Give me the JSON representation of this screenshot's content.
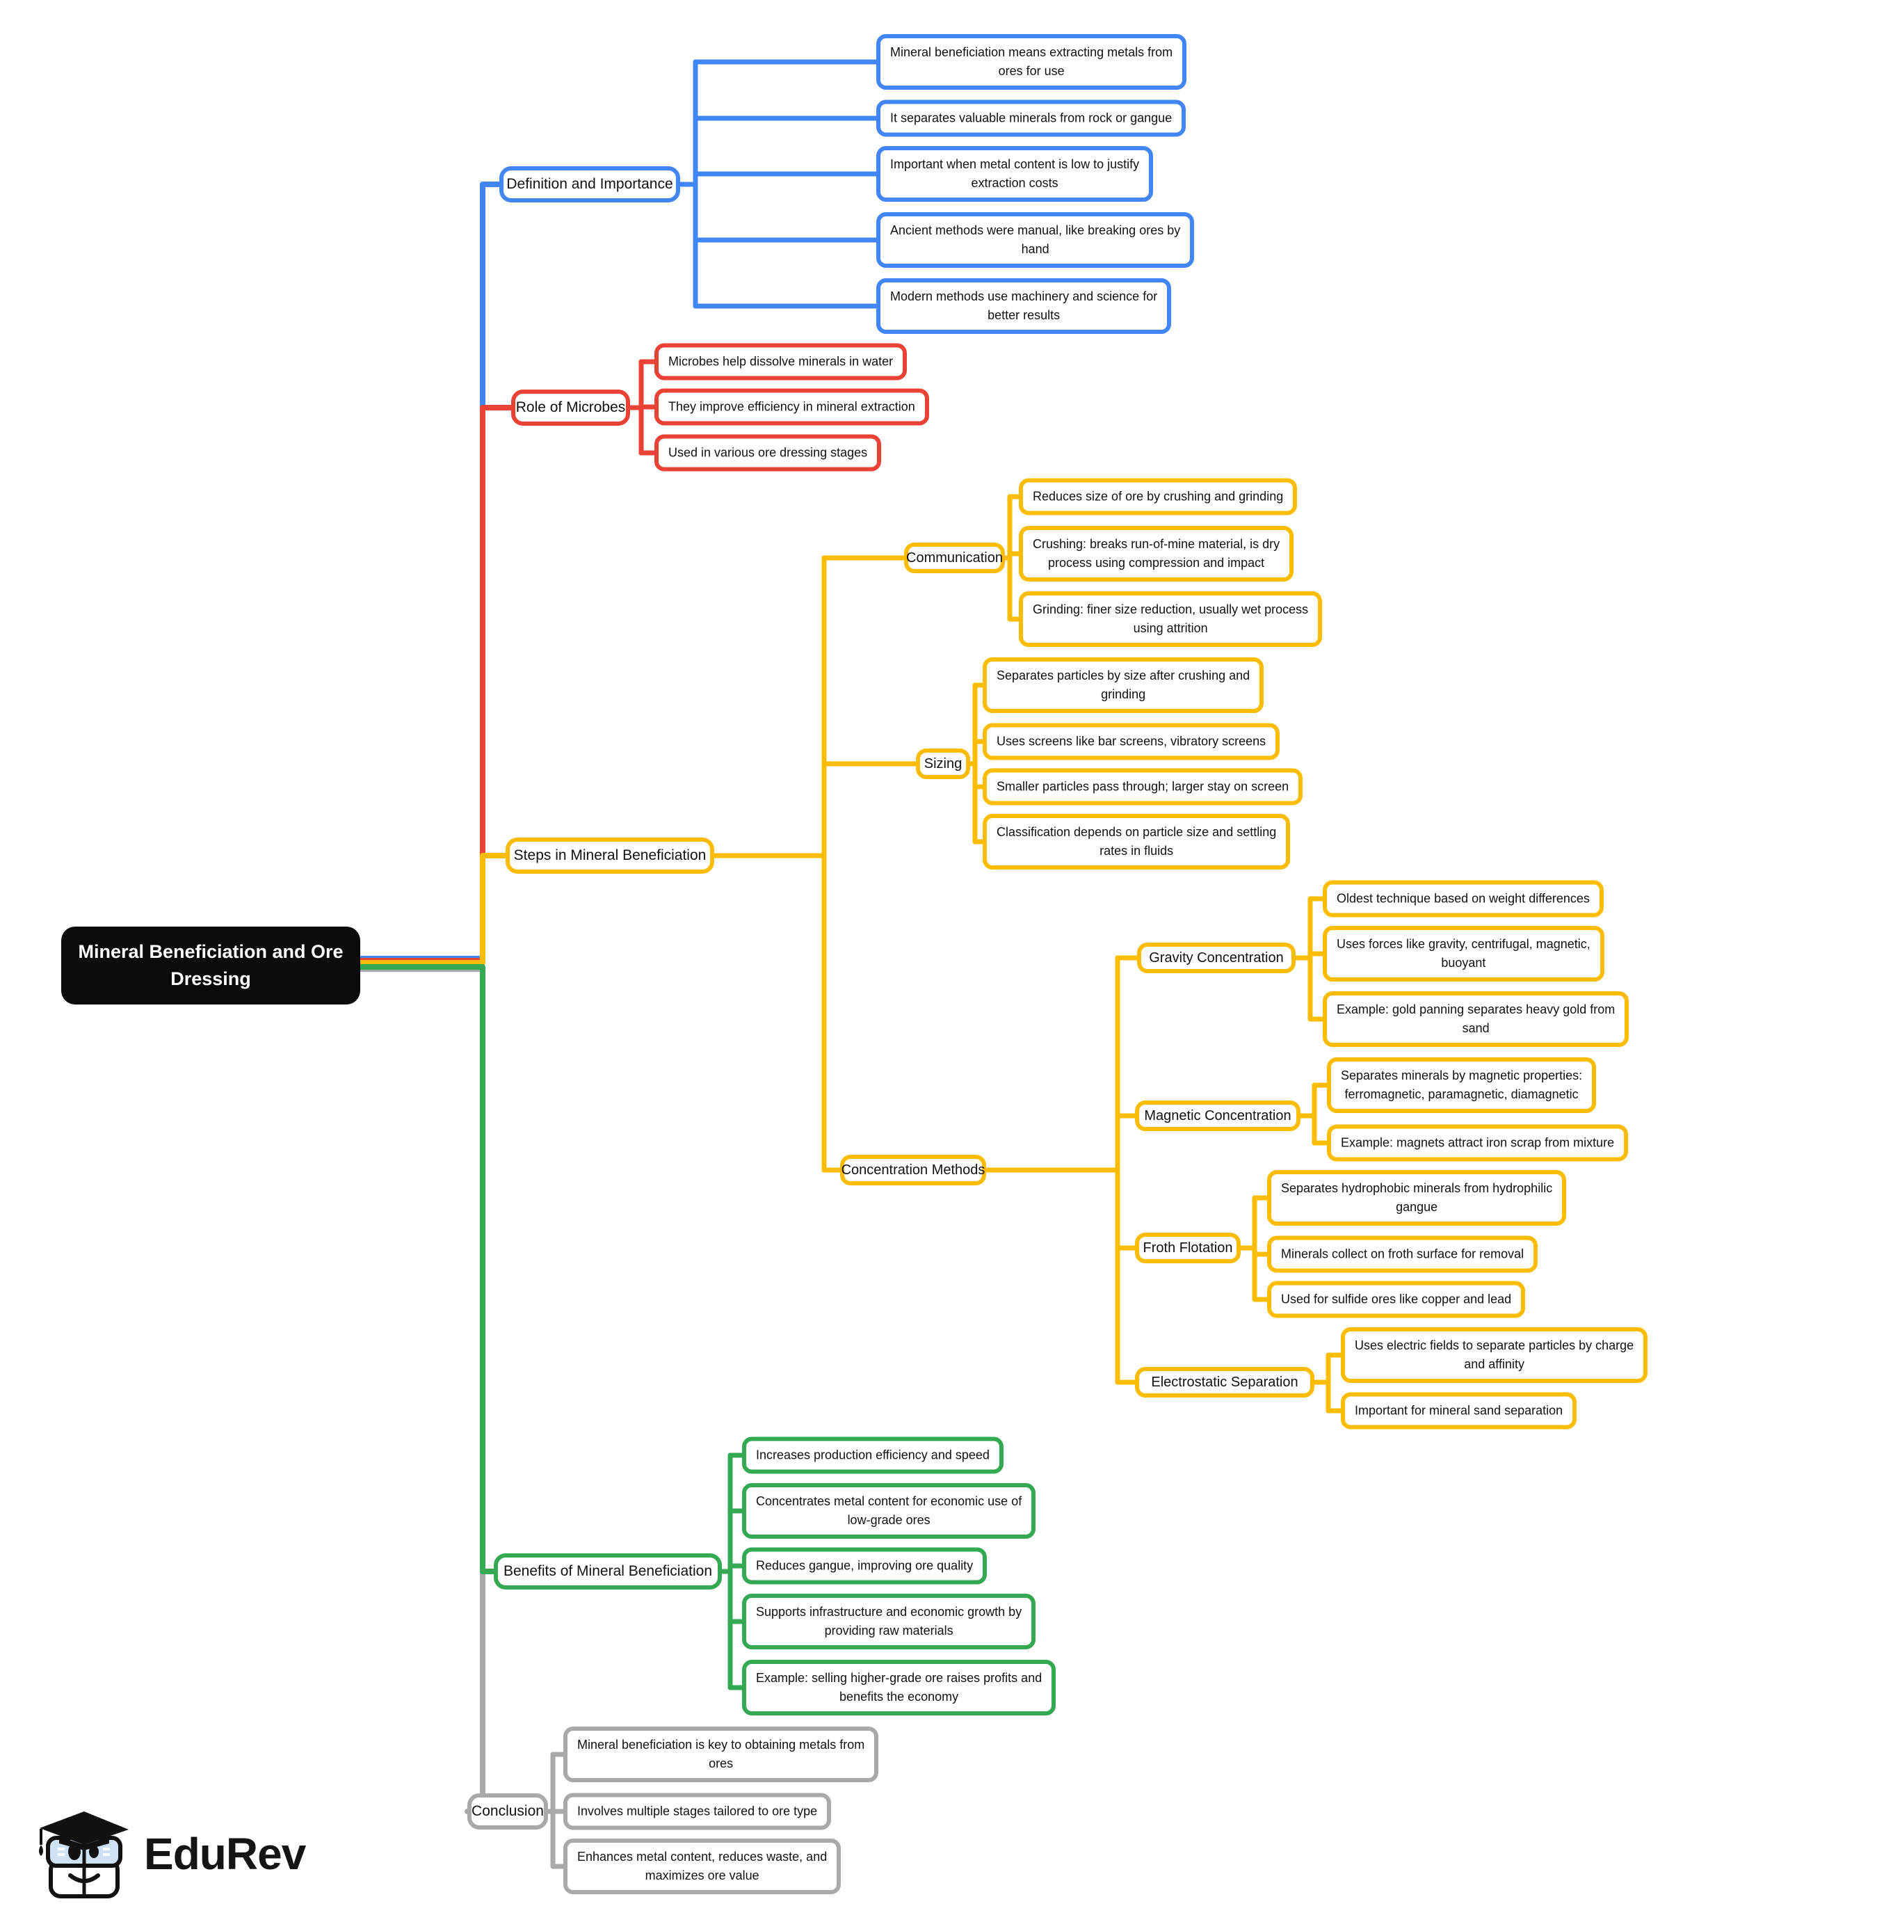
{
  "root": {
    "label": "Mineral Beneficiation and Ore\nDressing"
  },
  "colors": {
    "definition": "#4285F4",
    "microbes": "#EA4335",
    "steps": "#FBBC05",
    "benefits": "#34A853",
    "conclusion": "#A9A9A9",
    "root_bg": "#0b0b0b"
  },
  "branches": [
    {
      "id": "definition",
      "label": "Definition and Importance",
      "children": [
        "Mineral beneficiation means extracting metals from\nores for use",
        "It separates valuable minerals from rock or gangue",
        "Important when metal content is low to justify\nextraction costs",
        "Ancient methods were manual, like breaking ores by\nhand",
        "Modern methods use machinery and science for\nbetter results"
      ]
    },
    {
      "id": "microbes",
      "label": "Role of Microbes",
      "children": [
        "Microbes help dissolve minerals in water",
        "They improve efficiency in mineral extraction",
        "Used in various ore dressing stages"
      ]
    },
    {
      "id": "steps",
      "label": "Steps in Mineral Beneficiation",
      "groups": [
        {
          "id": "communication",
          "label": "Communication",
          "children": [
            "Reduces size of ore by crushing and grinding",
            "Crushing: breaks run-of-mine material, is dry\nprocess using compression and impact",
            "Grinding: finer size reduction, usually wet process\nusing attrition"
          ]
        },
        {
          "id": "sizing",
          "label": "Sizing",
          "children": [
            "Separates particles by size after crushing and\ngrinding",
            "Uses screens like bar screens, vibratory screens",
            "Smaller particles pass through; larger stay on screen",
            "Classification depends on particle size and settling\nrates in fluids"
          ]
        },
        {
          "id": "concentration",
          "label": "Concentration Methods",
          "groups": [
            {
              "id": "gravity",
              "label": "Gravity Concentration",
              "children": [
                "Oldest technique based on weight differences",
                "Uses forces like gravity, centrifugal, magnetic,\nbuoyant",
                "Example: gold panning separates heavy gold from\nsand"
              ]
            },
            {
              "id": "magnetic",
              "label": "Magnetic Concentration",
              "children": [
                "Separates minerals by magnetic properties:\nferromagnetic, paramagnetic, diamagnetic",
                "Example: magnets attract iron scrap from mixture"
              ]
            },
            {
              "id": "froth",
              "label": "Froth Flotation",
              "children": [
                "Separates hydrophobic minerals from hydrophilic\ngangue",
                "Minerals collect on froth surface for removal",
                "Used for sulfide ores like copper and lead"
              ]
            },
            {
              "id": "electrostatic",
              "label": "Electrostatic Separation",
              "children": [
                "Uses electric fields to separate particles by charge\nand affinity",
                "Important for mineral sand separation"
              ]
            }
          ]
        }
      ]
    },
    {
      "id": "benefits",
      "label": "Benefits of Mineral Beneficiation",
      "children": [
        "Increases production efficiency and speed",
        "Concentrates metal content for economic use of\nlow-grade ores",
        "Reduces gangue, improving ore quality",
        "Supports infrastructure and economic growth by\nproviding raw materials",
        "Example: selling higher-grade ore raises profits and\nbenefits the economy"
      ]
    },
    {
      "id": "conclusion",
      "label": "Conclusion",
      "children": [
        "Mineral beneficiation is key to obtaining metals from\nores",
        "Involves multiple stages tailored to ore type",
        "Enhances metal content, reduces waste, and\nmaximizes ore value"
      ]
    }
  ],
  "logo": {
    "text": "EduRev"
  }
}
